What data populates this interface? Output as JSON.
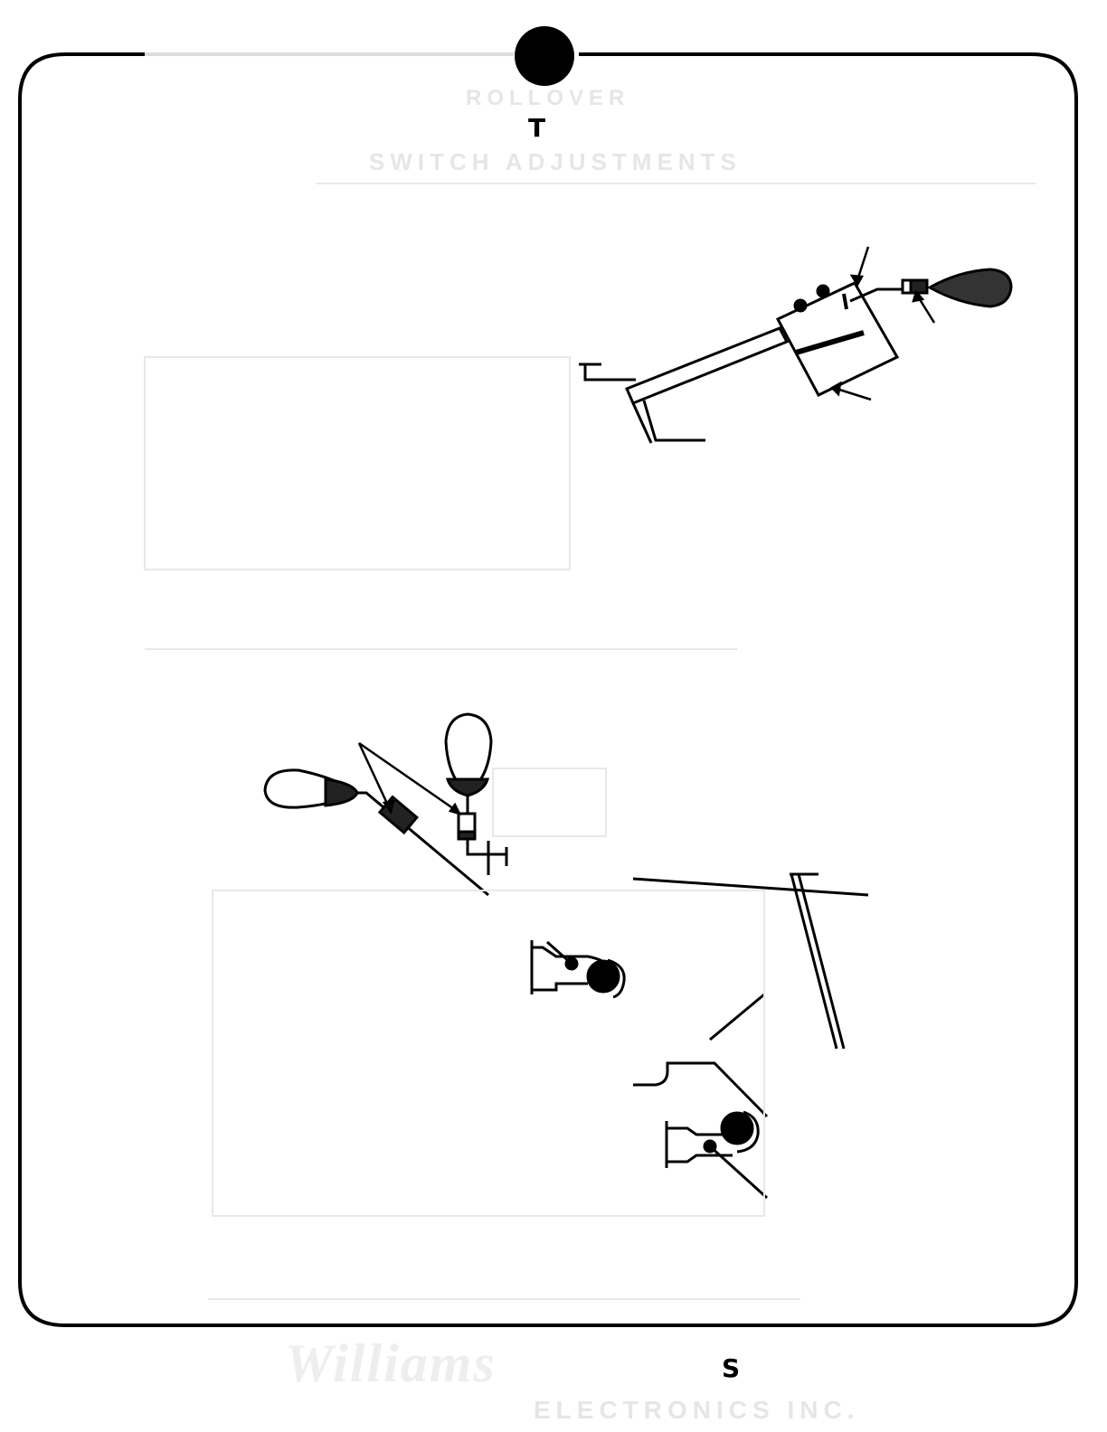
{
  "header": {
    "title_line1": "ROLLOVER",
    "title_line2": "SWITCH ADJUSTMENTS",
    "visible_letter": "T"
  },
  "footer": {
    "brand_script": "Williams",
    "company": "ELECTRONICS INC.",
    "visible_letter": "S"
  },
  "colors": {
    "ink": "#000000",
    "faded": "#e6e6e6"
  }
}
